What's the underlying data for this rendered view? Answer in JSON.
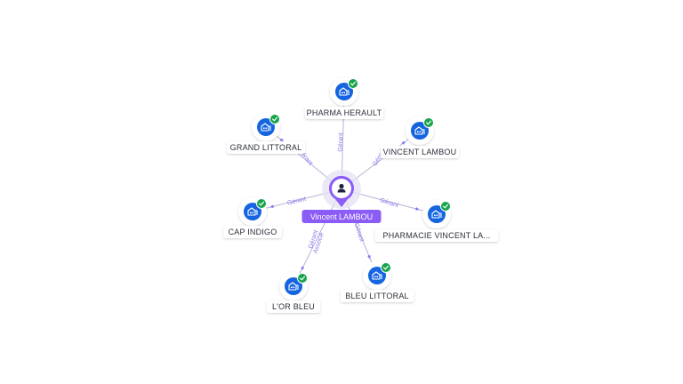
{
  "center": {
    "name": "Vincent LAMBOU",
    "icon": "person-icon",
    "color": "#8b5cf6"
  },
  "companies": [
    {
      "id": "pharma-herault",
      "name": "PHARMA HERAULT",
      "roles": [
        "Gérant"
      ],
      "icon": "building-icon",
      "verified": true
    },
    {
      "id": "vincent-lambou",
      "name": "VINCENT LAMBOU",
      "roles": [
        "Gérant"
      ],
      "icon": "building-icon",
      "verified": true
    },
    {
      "id": "pharmacie-vincent-la",
      "name": "PHARMACIE VINCENT LA...",
      "roles": [
        "Gérant"
      ],
      "icon": "building-icon",
      "verified": true
    },
    {
      "id": "bleu-littoral",
      "name": "BLEU LITTORAL",
      "roles": [
        "Gérant"
      ],
      "icon": "building-icon",
      "verified": true
    },
    {
      "id": "lor-bleu",
      "name": "L'OR BLEU",
      "roles": [
        "Gérant",
        "Associé"
      ],
      "icon": "building-icon",
      "verified": true
    },
    {
      "id": "cap-indigo",
      "name": "CAP INDIGO",
      "roles": [
        "Gérant"
      ],
      "icon": "building-icon",
      "verified": true
    },
    {
      "id": "grand-littoral",
      "name": "GRAND LITTORAL",
      "roles": [
        "Gérant"
      ],
      "icon": "building-icon",
      "verified": true
    }
  ],
  "colors": {
    "company_icon": "#1565e0",
    "verified_badge": "#16a34a",
    "edge": "#b9b2d8",
    "edge_label": "#8a73e8",
    "center": "#8b5cf6"
  }
}
